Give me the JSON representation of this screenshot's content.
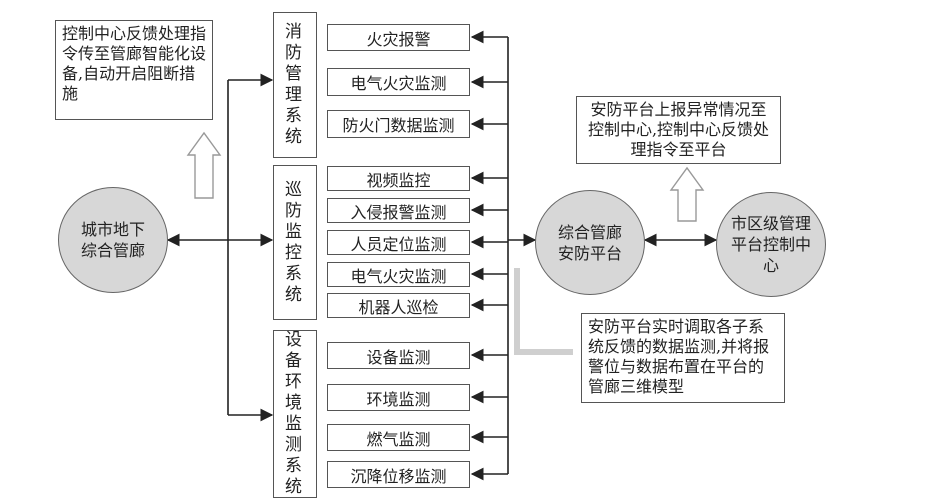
{
  "source_node": {
    "label": "城市地下综合管廊"
  },
  "note_top_left": "控制中心反馈处理指令传至管廊智能化设备,自动开启阻断措施",
  "note_top_right": "安防平台上报异常情况至控制中心,控制中心反馈处理指令至平台",
  "note_bottom_right": "安防平台实时调取各子系统反馈的数据监测,并将报警位与数据布置在平台的管廊三维模型",
  "platform": {
    "label": "综合管廊安防平台"
  },
  "control_center": {
    "label": "市区级管理平台控制中心"
  },
  "systems": [
    {
      "name": "消防管理系统",
      "items": [
        "火灾报警",
        "电气火灾监测",
        "防火门数据监测"
      ]
    },
    {
      "name": "巡防监控系统",
      "items": [
        "视频监控",
        "入侵报警监测",
        "人员定位监测",
        "电气火灾监测",
        "机器人巡检"
      ]
    },
    {
      "name": "设备环境监测系统",
      "items": [
        "设备监测",
        "环境监测",
        "燃气监测",
        "沉降位移监测"
      ]
    }
  ],
  "colors": {
    "line": "#222222",
    "border": "#555555",
    "circle_fill": "#d7d7d7",
    "hollow_arrow": "#999999",
    "shadow": "#cfcfcf"
  }
}
